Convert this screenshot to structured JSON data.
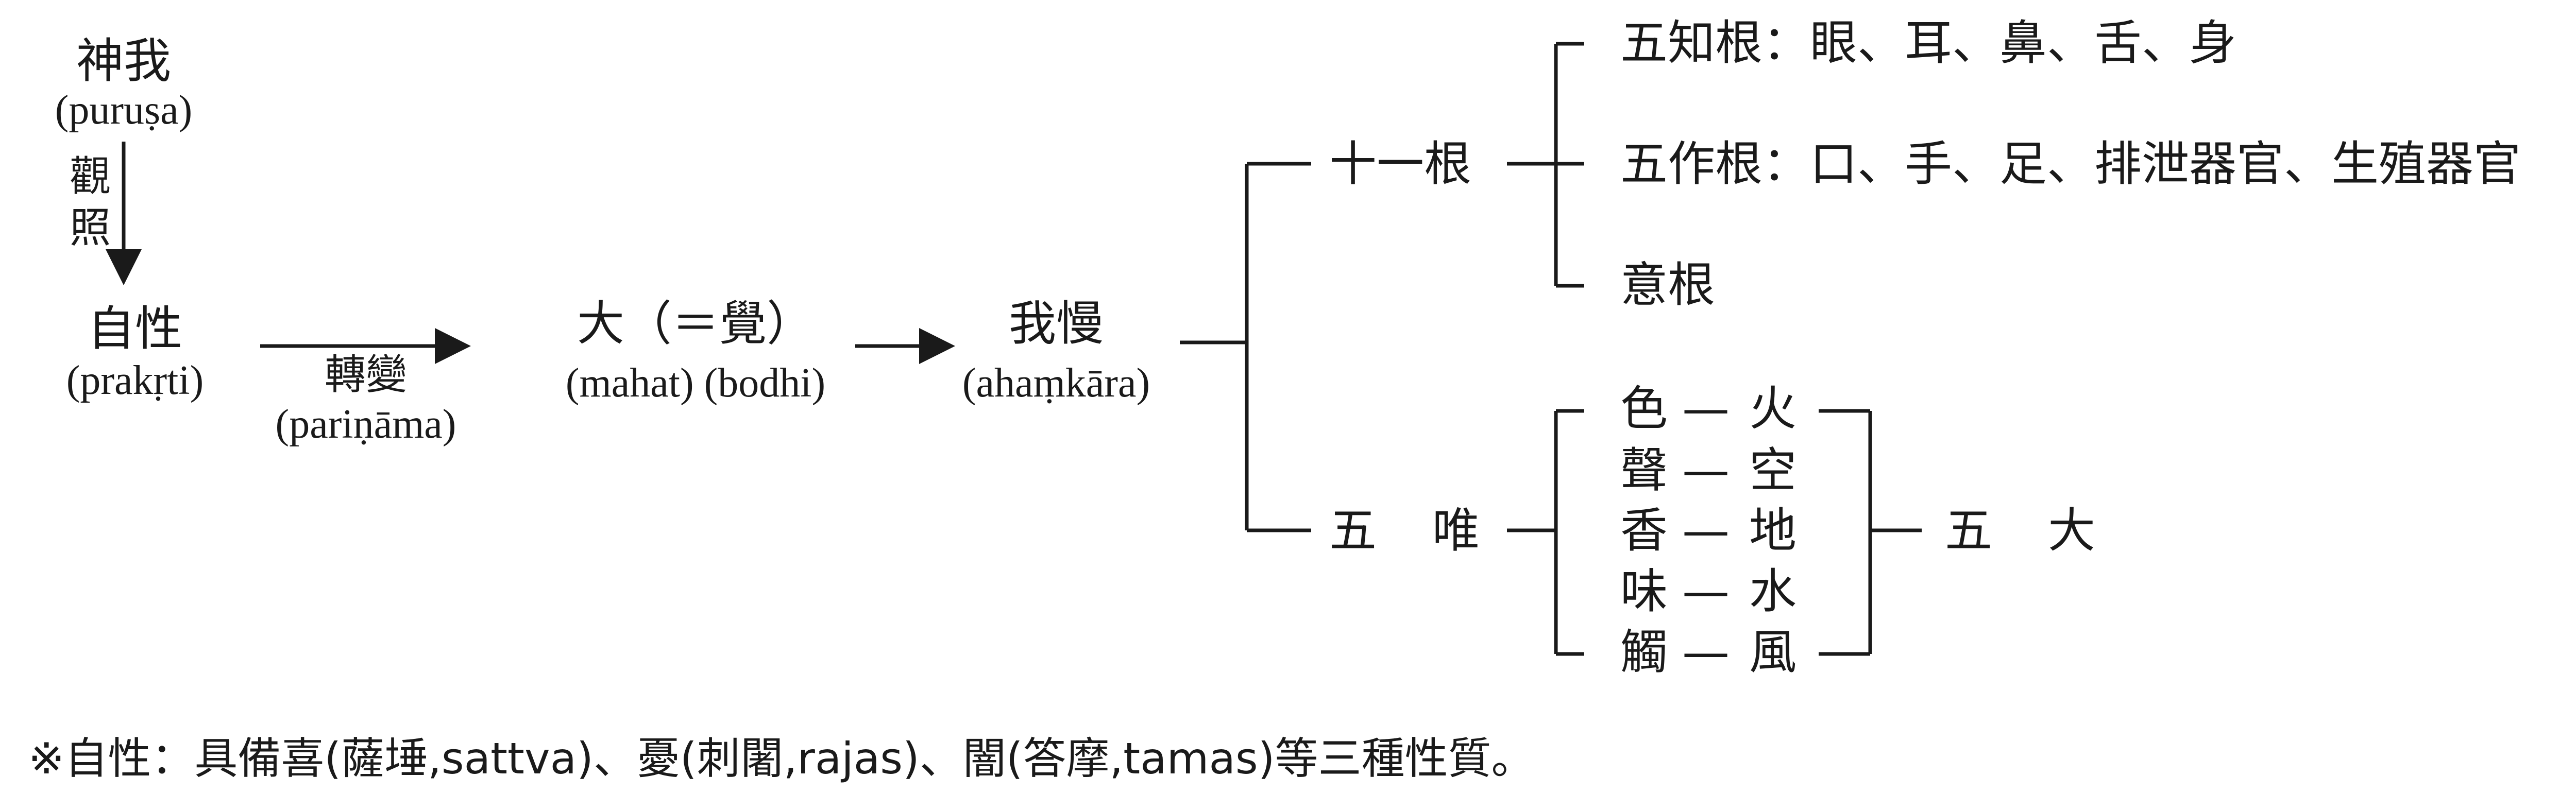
{
  "purusa": {
    "zh": "神我",
    "latin": "(puruṣa)"
  },
  "observe": {
    "char1": "觀",
    "char2": "照"
  },
  "prakrti": {
    "zh": "自性",
    "latin": "(prakṛti)"
  },
  "transformation": {
    "zh": "轉變",
    "latin": "(pariṇāma)"
  },
  "mahat": {
    "zh": "大（＝覺）",
    "latin": "(mahat) (bodhi)"
  },
  "ahamkara": {
    "zh": "我慢",
    "latin": "(ahaṃkāra)"
  },
  "eleven_roots": {
    "label": "十一根"
  },
  "five_knowledge_roots": {
    "label": "五知根：眼、耳、鼻、舌、身"
  },
  "five_action_roots": {
    "label": "五作根：口、手、足、排泄器官、生殖器官"
  },
  "mind_root": {
    "label": "意根"
  },
  "five_subtle": {
    "char1": "五",
    "char2": "唯"
  },
  "pairs": [
    {
      "left": "色",
      "dash": "—",
      "right": "火"
    },
    {
      "left": "聲",
      "dash": "—",
      "right": "空"
    },
    {
      "left": "香",
      "dash": "—",
      "right": "地"
    },
    {
      "left": "味",
      "dash": "—",
      "right": "水"
    },
    {
      "left": "觸",
      "dash": "—",
      "right": "風"
    }
  ],
  "five_great": {
    "char1": "五",
    "char2": "大"
  },
  "footnote": "※自性：具備喜(薩埵,sattva)、憂(刺闍,rajas)、闇(答摩,tamas)等三種性質。"
}
